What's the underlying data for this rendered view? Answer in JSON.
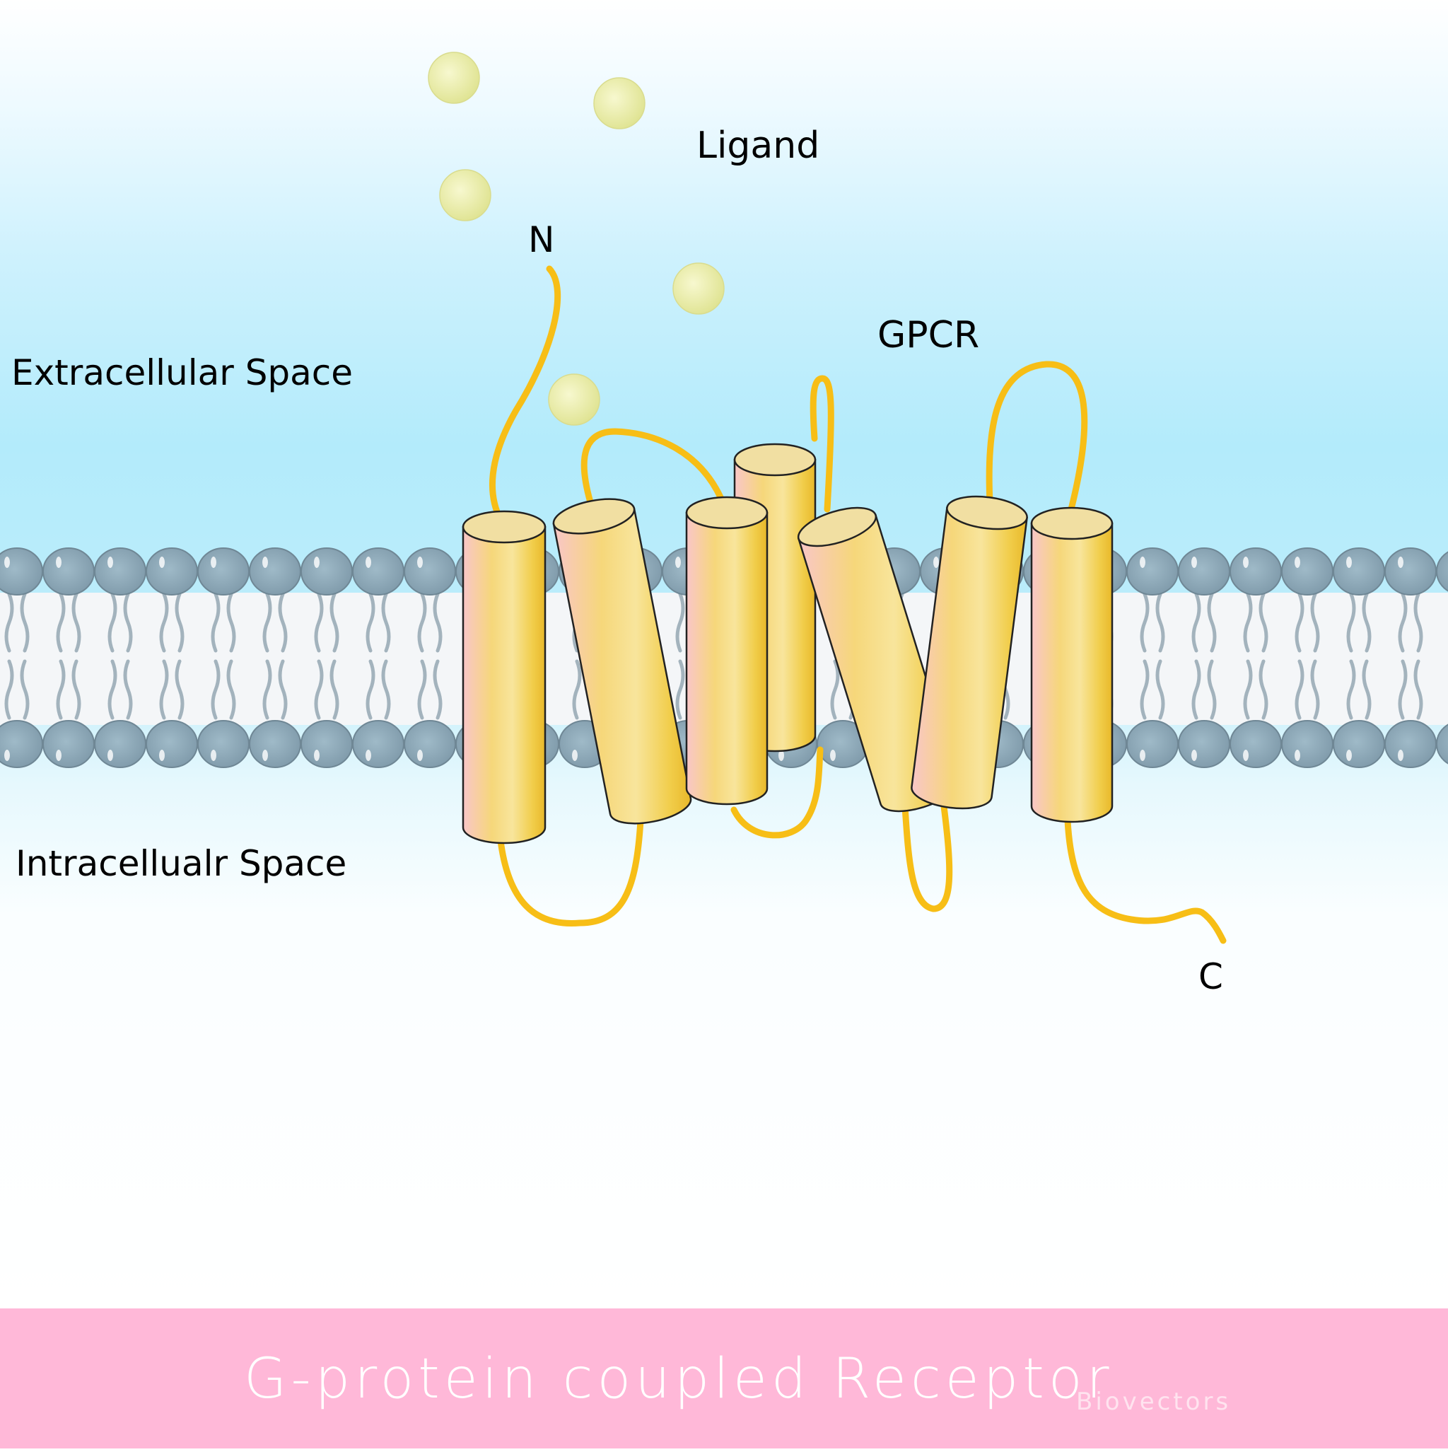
{
  "diagram": {
    "title": "G-protein coupled Receptor",
    "credit": "Biovectors",
    "labels": {
      "ligand": "Ligand",
      "n_terminus": "N",
      "gpcr": "GPCR",
      "extracellular": "Extracellular Space",
      "intracellular": "Intracellualr Space",
      "c_terminus": "C"
    },
    "helix_count": 7,
    "ligand_count": 5,
    "colors": {
      "background_top": "#ffffff",
      "background_membrane": "#b3ebfb",
      "bilayer_core": "#f4f6f8",
      "phospholipid_head": "#8ea9b8",
      "phospholipid_tail": "#a3b3bd",
      "helix_body": "#f5d56a",
      "helix_pink": "#f8c9c4",
      "helix_cap": "#f1dfa2",
      "loop": "#f7be16",
      "ligand": "#e8ea9a",
      "footer_band": "#ffb8d8",
      "footer_text": "#ffffff"
    }
  }
}
